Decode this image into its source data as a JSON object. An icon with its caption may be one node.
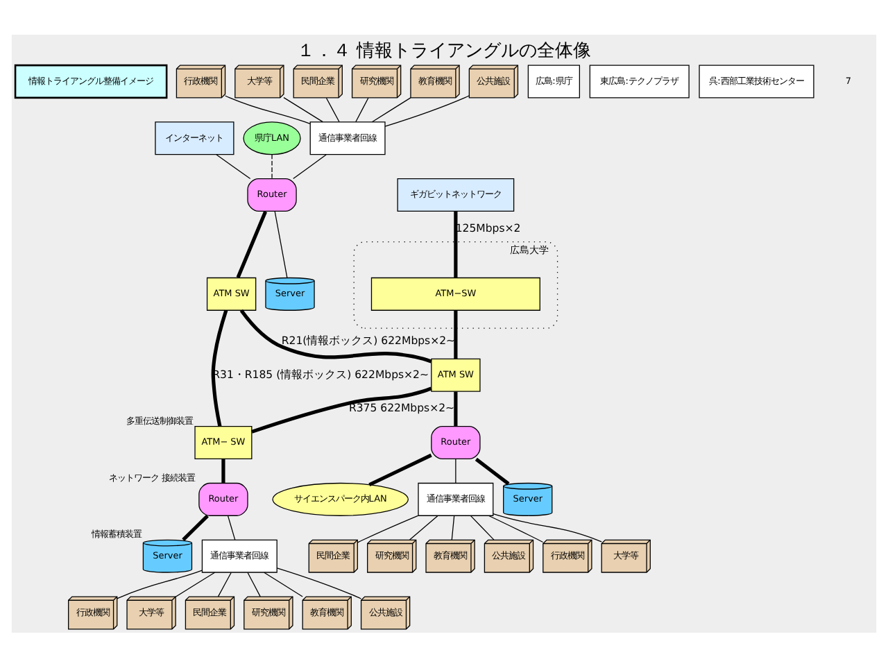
{
  "diagram": {
    "title": "１．４ 情報トライアングルの全体像",
    "nodes": [
      {
        "text": [
          "情報トライアングル整備イメージ"
        ]
      },
      {
        "text": [
          "インターネット"
        ]
      },
      {
        "text": [
          "ギガビットネットワーク"
        ]
      },
      {
        "text": [
          "広島:県庁"
        ]
      },
      {
        "text": [
          "県庁LAN"
        ]
      },
      {
        "text": [
          "Router"
        ]
      },
      {
        "text": [
          "Server"
        ]
      },
      {
        "text": [
          "ATM SW"
        ]
      },
      {
        "text": [
          "通信事業者回線"
        ]
      },
      {
        "text": [
          "行政機関"
        ]
      },
      {
        "text": [
          "大学等"
        ]
      },
      {
        "text": [
          "民間企業"
        ]
      },
      {
        "text": [
          "研究機関"
        ]
      },
      {
        "text": [
          "教育機関"
        ]
      },
      {
        "text": [
          "公共施設"
        ]
      },
      {
        "text": [
          "広島大学"
        ]
      },
      {
        "text": [
          "ATM−SW"
        ],
        "in": 15
      },
      {
        "text": [
          "ATM SW"
        ]
      },
      {
        "text": [
          "Server"
        ]
      },
      {
        "text": [
          "東広島:テクノプラザ"
        ]
      },
      {
        "text": [
          "Router"
        ]
      },
      {
        "text": [
          "サイエンスパーク内LAN"
        ]
      },
      {
        "text": [
          "通信事業者回線"
        ]
      },
      {
        "text": [
          "行政機関"
        ]
      },
      {
        "text": [
          "大学等"
        ]
      },
      {
        "text": [
          "民間企業"
        ]
      },
      {
        "text": [
          "研究機関"
        ]
      },
      {
        "text": [
          "教育機関"
        ]
      },
      {
        "text": [
          "公共施設"
        ]
      },
      {
        "text": [
          "呉:西部工業技術センター"
        ]
      },
      {
        "text": [
          "ATM− SW"
        ],
        "beside": [
          "多重伝送制御装置"
        ]
      },
      {
        "text": [
          "Router"
        ],
        "beside": [
          "ネットワーク 接続装置"
        ]
      },
      {
        "text": [
          "Server"
        ],
        "beside": [
          "情報蓄積装置"
        ]
      },
      {
        "text": [
          "通信事業者回線"
        ]
      },
      {
        "text": [
          "行政機関"
        ]
      },
      {
        "text": [
          "大学等"
        ]
      },
      {
        "text": [
          "民間企業"
        ]
      },
      {
        "text": [
          "研究機関"
        ]
      },
      {
        "text": [
          "教育機関"
        ]
      },
      {
        "text": [
          "公共施設"
        ]
      }
    ],
    "edges": [
      {
        "from": 1,
        "to": 5,
        "arrow": "none"
      },
      {
        "from": 4,
        "to": 5,
        "arrow": "none",
        "style": "dashed"
      },
      {
        "from": 5,
        "to": 6,
        "arrow": "none"
      },
      {
        "from": 5,
        "to": 7,
        "arrow": "none",
        "style": "thick"
      },
      {
        "from": 8,
        "to": 5,
        "arrow": "none"
      },
      {
        "from": 9,
        "to": 8,
        "arrow": "none"
      },
      {
        "from": 10,
        "to": 8,
        "arrow": "none"
      },
      {
        "from": 11,
        "to": 8,
        "arrow": "none"
      },
      {
        "from": 12,
        "to": 8,
        "arrow": "none"
      },
      {
        "from": 13,
        "to": 8,
        "arrow": "none"
      },
      {
        "from": 14,
        "to": 8,
        "arrow": "none"
      },
      {
        "from": 7,
        "to": 17,
        "arrow": "none",
        "style": "thick",
        "label": "R21(情報ボックス) 622Mbps×2~"
      },
      {
        "from": 7,
        "to": 30,
        "arrow": "none",
        "style": "thick",
        "label": "R31・R185 (情報ボックス) 622Mbps×2~"
      },
      {
        "from": 17,
        "to": 30,
        "arrow": "none",
        "style": "thick",
        "label": "R375 622Mbps×2~"
      },
      {
        "from": 2,
        "to": 16,
        "arrow": "none",
        "style": "thick",
        "label": "125Mbps×2"
      },
      {
        "from": 16,
        "to": 17,
        "arrow": "none",
        "style": "thick"
      },
      {
        "from": 17,
        "to": 20,
        "arrow": "none",
        "style": "thick"
      },
      {
        "from": 20,
        "to": 18,
        "arrow": "none",
        "style": "thick"
      },
      {
        "from": 20,
        "to": 21,
        "arrow": "none",
        "style": "thick"
      },
      {
        "from": 20,
        "to": 22,
        "arrow": "none"
      },
      {
        "from": 22,
        "to": 23,
        "arrow": "none"
      },
      {
        "from": 22,
        "to": 24,
        "arrow": "none"
      },
      {
        "from": 22,
        "to": 25,
        "arrow": "none"
      },
      {
        "from": 22,
        "to": 26,
        "arrow": "none"
      },
      {
        "from": 22,
        "to": 27,
        "arrow": "none"
      },
      {
        "from": 22,
        "to": 28,
        "arrow": "none"
      },
      {
        "from": 30,
        "to": 31,
        "arrow": "none",
        "style": "thick"
      },
      {
        "from": 31,
        "to": 32,
        "arrow": "none",
        "style": "thick"
      },
      {
        "from": 31,
        "to": 33,
        "arrow": "none"
      },
      {
        "from": 33,
        "to": 34,
        "arrow": "none"
      },
      {
        "from": 33,
        "to": 35,
        "arrow": "none"
      },
      {
        "from": 33,
        "to": 36,
        "arrow": "none"
      },
      {
        "from": 33,
        "to": 37,
        "arrow": "none"
      },
      {
        "from": 33,
        "to": 38,
        "arrow": "none"
      },
      {
        "from": 33,
        "to": 39,
        "arrow": "none"
      }
    ],
    "labels": [
      "7"
    ]
  }
}
